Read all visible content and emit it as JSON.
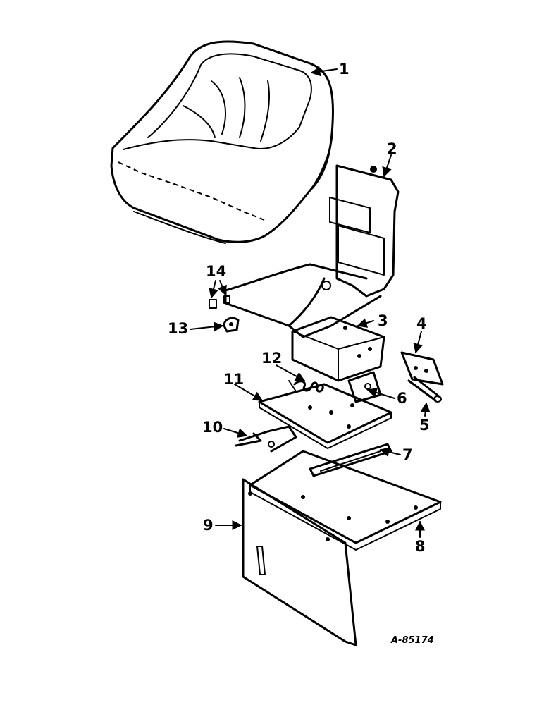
{
  "callouts": {
    "c1": "1",
    "c2": "2",
    "c3": "3",
    "c4": "4",
    "c5": "5",
    "c6": "6",
    "c7": "7",
    "c8": "8",
    "c9": "9",
    "c10": "10",
    "c11": "11",
    "c12": "12",
    "c13": "13",
    "c14": "14"
  },
  "drawing_id": "A-85174"
}
